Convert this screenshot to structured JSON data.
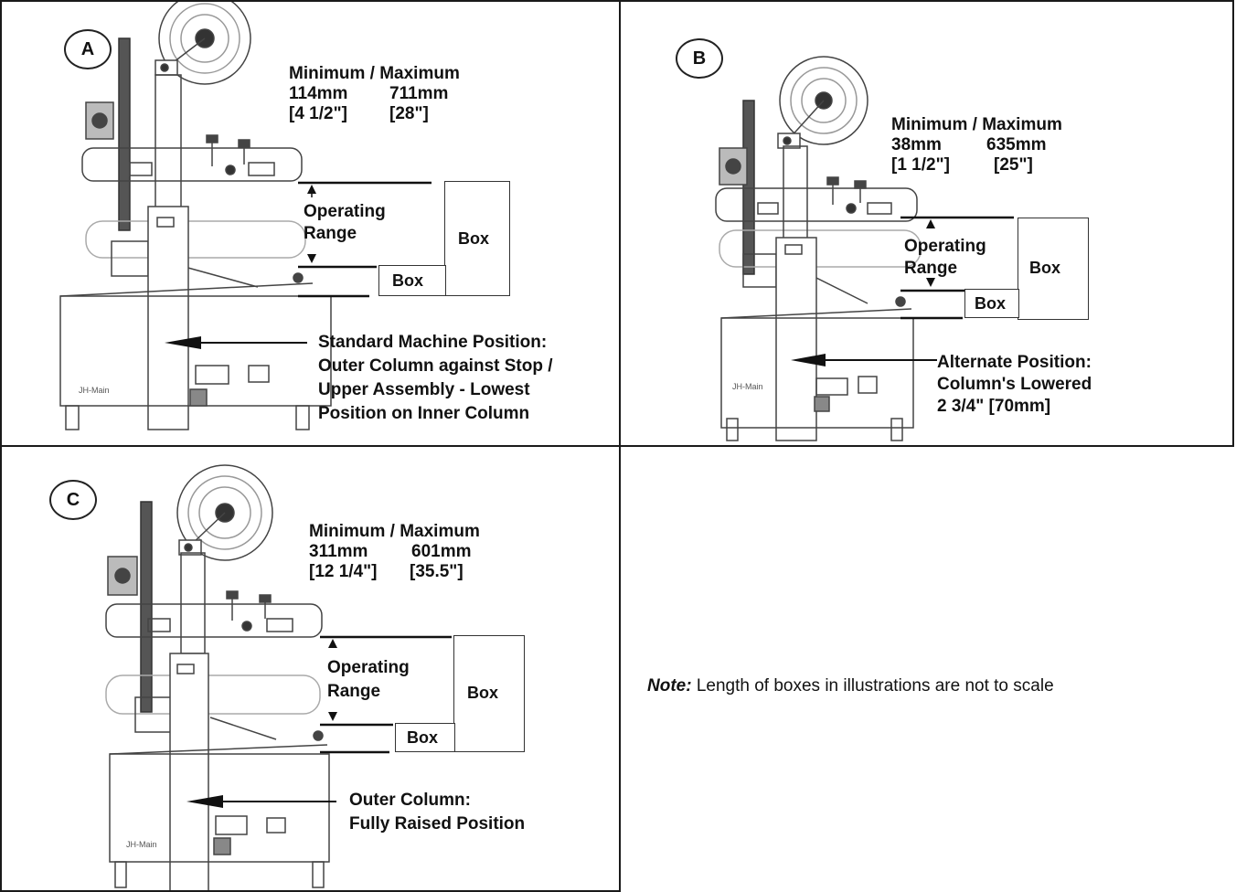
{
  "panels": [
    {
      "letter": "A",
      "minmax_title": "Minimum / Maximum",
      "min_mm": "114mm",
      "max_mm": "711mm",
      "min_in": "[4 1/2\"]",
      "max_in": "[28\"]",
      "operating": "Operating",
      "range": "Range",
      "box_large": "Box",
      "box_small": "Box",
      "position_lines": [
        "Standard Machine Position:",
        "Outer Column against Stop /",
        "Upper Assembly - Lowest",
        "Position on Inner Column"
      ]
    },
    {
      "letter": "B",
      "minmax_title": "Minimum / Maximum",
      "min_mm": "38mm",
      "max_mm": "635mm",
      "min_in": "[1 1/2\"]",
      "max_in": "[25\"]",
      "operating": "Operating",
      "range": "Range",
      "box_large": "Box",
      "box_small": "Box",
      "position_lines": [
        "Alternate Position:",
        "Column's Lowered",
        "2 3/4\" [70mm]"
      ]
    },
    {
      "letter": "C",
      "minmax_title": "Minimum / Maximum",
      "min_mm": "311mm",
      "max_mm": "601mm",
      "min_in": "[12 1/4\"]",
      "max_in": "[35.5\"]",
      "operating": "Operating",
      "range": "Range",
      "box_large": "Box",
      "box_small": "Box",
      "position_lines": [
        "Outer Column:",
        "Fully Raised Position"
      ]
    }
  ],
  "note": {
    "label": "Note:",
    "text": " Length of boxes in illustrations are not to scale"
  },
  "machine_logo": "JH-Main"
}
